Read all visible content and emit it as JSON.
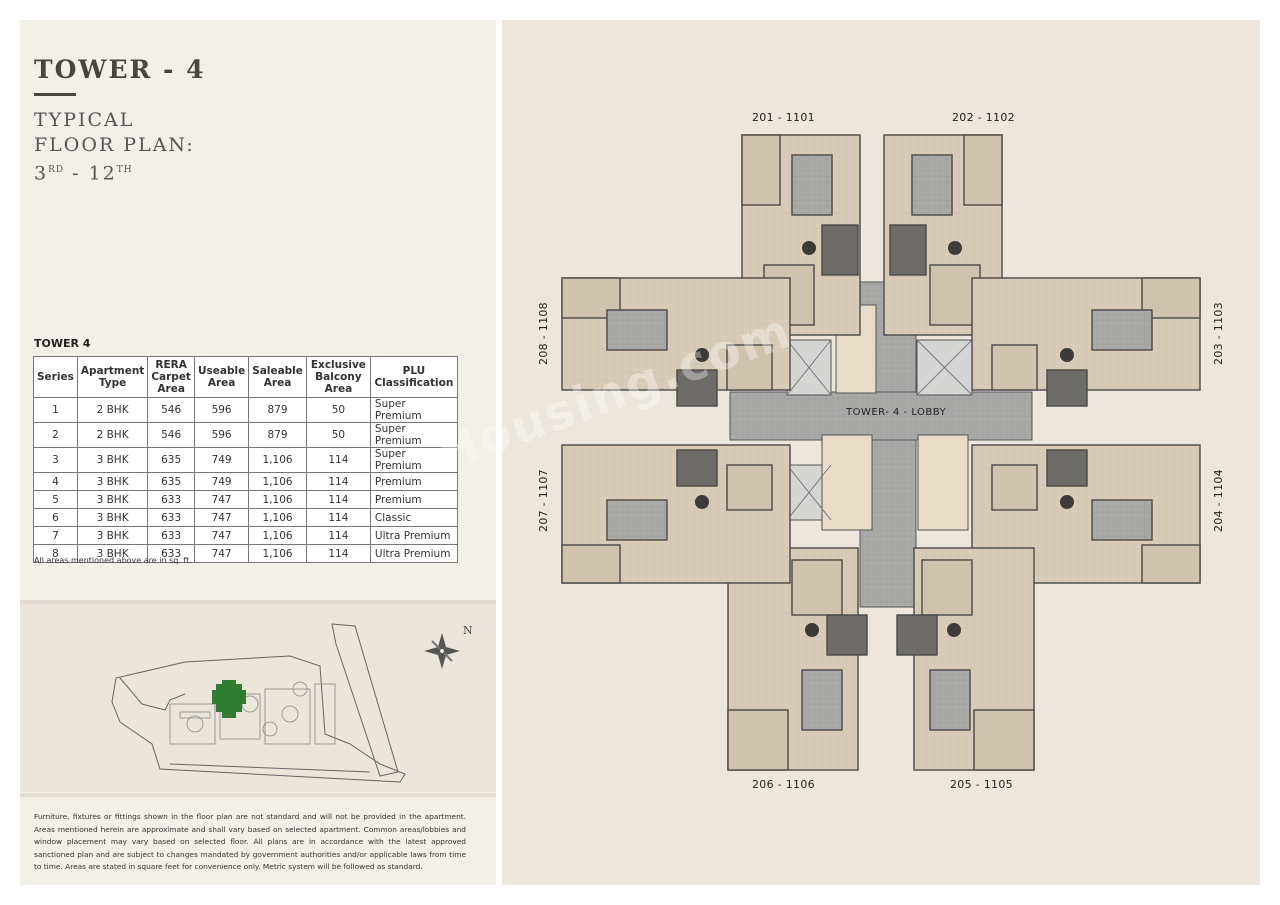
{
  "header": {
    "tower_title": "TOWER - 4",
    "subtitle_line1": "TYPICAL",
    "subtitle_line2": "FLOOR PLAN:",
    "floor_from": "3",
    "floor_from_suffix": "RD",
    "floor_sep": " - ",
    "floor_to": "12",
    "floor_to_suffix": "TH"
  },
  "table": {
    "title": "TOWER 4",
    "headers": [
      "Series",
      "Apartment Type",
      "RERA Carpet Area",
      "Useable Area",
      "Saleable Area",
      "Exclusive Balcony Area",
      "PLU Classification"
    ],
    "rows": [
      [
        "1",
        "2 BHK",
        "546",
        "596",
        "879",
        "50",
        "Super Premium"
      ],
      [
        "2",
        "2 BHK",
        "546",
        "596",
        "879",
        "50",
        "Super Premium"
      ],
      [
        "3",
        "3 BHK",
        "635",
        "749",
        "1,106",
        "114",
        "Super Premium"
      ],
      [
        "4",
        "3 BHK",
        "635",
        "749",
        "1,106",
        "114",
        "Premium"
      ],
      [
        "5",
        "3 BHK",
        "633",
        "747",
        "1,106",
        "114",
        "Premium"
      ],
      [
        "6",
        "3 BHK",
        "633",
        "747",
        "1,106",
        "114",
        "Classic"
      ],
      [
        "7",
        "3 BHK",
        "633",
        "747",
        "1,106",
        "114",
        "Ultra Premium"
      ],
      [
        "8",
        "3 BHK",
        "633",
        "747",
        "1,106",
        "114",
        "Ultra Premium"
      ]
    ],
    "note": "All areas mentioned above are in sq. ft."
  },
  "site_plan": {
    "compass_label": "N",
    "highlight_color": "#2e7d32"
  },
  "disclaimer": "Furniture, fixtures or fittings shown in the floor plan are not standard and will not be provided in the apartment. Areas mentioned herein are approximate and shall vary based on selected apartment. Common areas/lobbies and window placement may vary based on selected floor. All plans are in accordance with the latest approved sanctioned plan and are subject to changes mandated by government authorities and/or applicable laws from time to time. Areas are stated in square feet for convenience only. Metric system will be followed as standard.",
  "floor_plan": {
    "units": {
      "top_left": "201 - 1101",
      "top_right": "202 - 1102",
      "right_top": "203 - 1103",
      "right_bottom": "204 - 1104",
      "bottom_right": "205 - 1105",
      "bottom_left": "206 - 1106",
      "left_bottom": "207 - 1107",
      "left_top": "208 - 1108"
    },
    "lobby_label": "TOWER- 4 - LOBBY",
    "watermark": "Housing.com"
  }
}
